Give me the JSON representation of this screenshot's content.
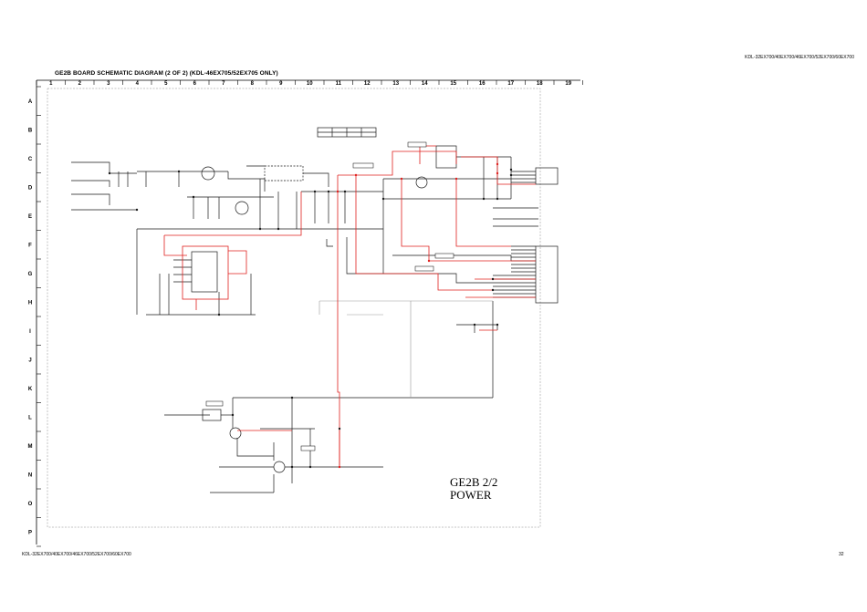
{
  "header": {
    "model_top_right": "KDL-32EX700/40EX700/46EX700/52EX700/60EX700",
    "title": "GE2B BOARD SCHEMATIC DIAGRAM (2 OF 2) (KDL-46EX705/52EX705 ONLY)"
  },
  "grid": {
    "columns": [
      "1",
      "2",
      "3",
      "4",
      "5",
      "6",
      "7",
      "8",
      "9",
      "10",
      "11",
      "12",
      "13",
      "14",
      "15",
      "16",
      "17",
      "18",
      "19"
    ],
    "rows": [
      "A",
      "B",
      "C",
      "D",
      "E",
      "F",
      "G",
      "H",
      "I",
      "J",
      "K",
      "L",
      "M",
      "N",
      "O",
      "P"
    ]
  },
  "stamp": {
    "line1": "GE2B 2/2",
    "line2": "POWER"
  },
  "footer": {
    "model_bottom_left": "KDL-32EX700/40EX700/46EX700/52EX700/60EX700",
    "page_number": "32"
  },
  "colors": {
    "wire_black": "#1a1a1a",
    "wire_red": "#e0201e",
    "wire_gray": "#9a9a9a"
  }
}
